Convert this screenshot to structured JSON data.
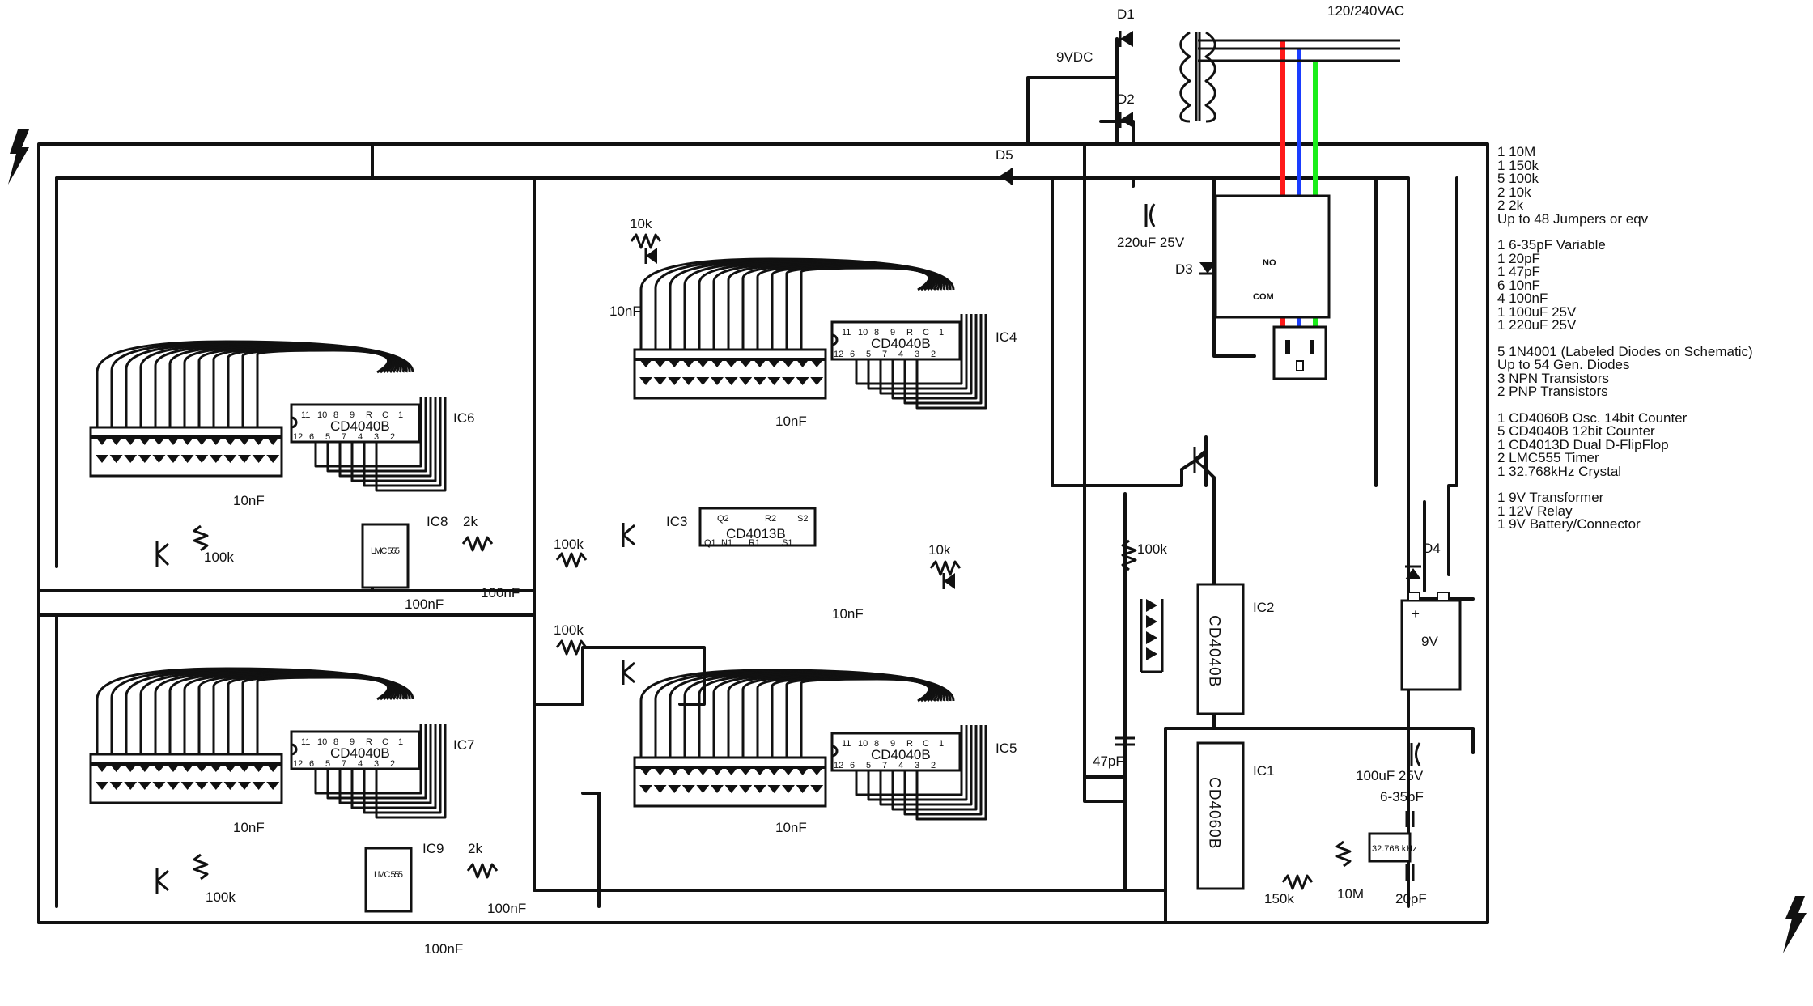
{
  "power": {
    "mains": "120/240VAC",
    "dc": "9VDC"
  },
  "diodes": {
    "d1": "D1",
    "d2": "D2",
    "d3": "D3",
    "d4": "D4",
    "d5": "D5"
  },
  "chips": {
    "ic1": {
      "ref": "IC1",
      "part": "CD4060B"
    },
    "ic2": {
      "ref": "IC2",
      "part": "CD4040B"
    },
    "ic3": {
      "ref": "IC3",
      "part": "CD4013B",
      "pins_top": [
        "Q2",
        "R2",
        "S2"
      ],
      "pins_bottom": [
        "Q1",
        "N1",
        "R1",
        "S1"
      ]
    },
    "ic4": {
      "ref": "IC4",
      "part": "CD4040B"
    },
    "ic5": {
      "ref": "IC5",
      "part": "CD4040B"
    },
    "ic6": {
      "ref": "IC6",
      "part": "CD4040B"
    },
    "ic7": {
      "ref": "IC7",
      "part": "CD4040B"
    },
    "ic8": {
      "ref": "IC8",
      "part": "LMC 555"
    },
    "ic9": {
      "ref": "IC9",
      "part": "LMC 555"
    }
  },
  "counter_pins": {
    "top": [
      "11",
      "10",
      "8",
      "9",
      "R",
      "C",
      "1"
    ],
    "bottom": [
      "12",
      "6",
      "5",
      "7",
      "4",
      "3",
      "2"
    ]
  },
  "components": {
    "cap_10nf": "10nF",
    "cap_100nf": "100nF",
    "cap_220uf": "220uF 25V",
    "cap_100uf": "100uF 25V",
    "cap_var": "6-35pF",
    "cap_20pf": "20pF",
    "cap_47pf": "47pF",
    "res_10k": "10k",
    "res_100k": "100k",
    "res_2k": "2k",
    "res_150k": "150k",
    "res_10m": "10M",
    "crystal": "32.768 kHz",
    "battery": "9V",
    "battery_plus": "+",
    "relay_no": "NO",
    "relay_com": "COM"
  },
  "bom": [
    "1 10M",
    "1 150k",
    "5 100k",
    "2 10k",
    "2 2k",
    "Up to 48 Jumpers or eqv",
    "1 6-35pF Variable",
    "1 20pF",
    "1 47pF",
    "6 10nF",
    "4 100nF",
    "1 100uF 25V",
    "1 220uF 25V",
    "5 1N4001 (Labeled Diodes on Schematic)",
    "Up to 54 Gen. Diodes",
    "3 NPN Transistors",
    "2 PNP Transistors",
    "1 CD4060B Osc. 14bit Counter",
    "5 CD4040B 12bit Counter",
    "1 CD4013D Dual D-FlipFlop",
    "2 LMC555 Timer",
    "1 32.768kHz Crystal",
    "1 9V Transformer",
    "1 12V Relay",
    "1 9V Battery/Connector"
  ],
  "bom_group_starts": [
    6,
    13,
    17,
    22
  ],
  "colors": {
    "line": "#111111",
    "live_wire": "#ff1a1a",
    "neutral_wire": "#1a3dff",
    "ground_wire": "#1aee1a"
  },
  "icons": {
    "corner": "lightning-bolt-icon"
  }
}
